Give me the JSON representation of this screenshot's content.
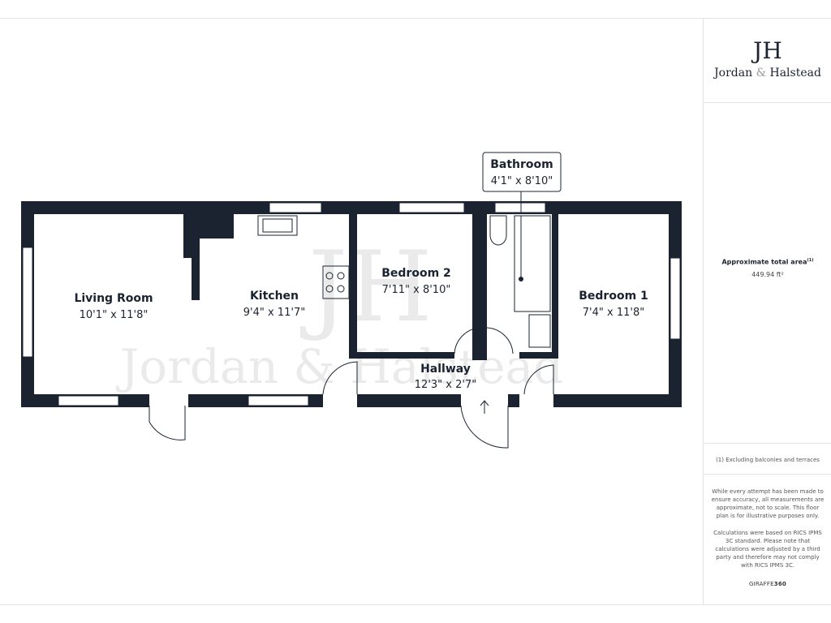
{
  "brand": {
    "monogram": "JH",
    "name_part1": "Jordan",
    "name_amp": "&",
    "name_part2": "Halstead"
  },
  "watermark": {
    "monogram": "JH",
    "text": "Jordan & Halstead"
  },
  "rooms": [
    {
      "key": "living_room",
      "name": "Living Room",
      "dims": "10'1\" x 11'8\""
    },
    {
      "key": "kitchen",
      "name": "Kitchen",
      "dims": "9'4\" x 11'7\""
    },
    {
      "key": "bedroom2",
      "name": "Bedroom 2",
      "dims": "7'11\" x 8'10\""
    },
    {
      "key": "bathroom",
      "name": "Bathroom",
      "dims": "4'1\" x 8'10\""
    },
    {
      "key": "bedroom1",
      "name": "Bedroom 1",
      "dims": "7'4\" x 11'8\""
    },
    {
      "key": "hallway",
      "name": "Hallway",
      "dims": "12'3\" x 2'7\""
    }
  ],
  "area": {
    "label": "Approximate total area",
    "footnote_marker": "(1)",
    "value": "449.94 ft²"
  },
  "footnote": "(1) Excluding balconies and terraces",
  "disclaimer": [
    "While every attempt has been made to",
    "ensure accuracy, all measurements are",
    "approximate, not to scale. This floor",
    "plan is for illustrative purposes only."
  ],
  "calculation_note": [
    "Calculations were based on RICS IPMS",
    "3C standard. Please note that",
    "calculations were adjusted by a third",
    "party and therefore may not comply",
    "with RICS IPMS 3C."
  ],
  "credit": {
    "part1": "GIRAFFE",
    "part2": "360"
  },
  "colors": {
    "wall": "#1b2330",
    "divider": "#e3e3e3",
    "text": "#1b2330"
  }
}
